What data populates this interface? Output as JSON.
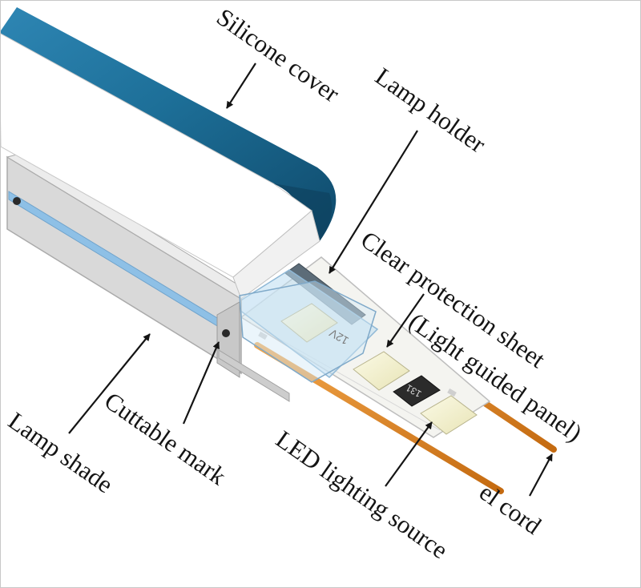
{
  "callouts": {
    "silicone_cover": "Silicone cover",
    "lamp_holder": "Lamp holder",
    "clear_sheet_line1": "Clear protection sheet",
    "clear_sheet_line2": "(Light guided panel)",
    "lamp_shade": "Lamp shade",
    "cuttable_mark": "Cuttable mark",
    "led_source": "LED lighting source",
    "el_cord": "el cord"
  },
  "board_prints": {
    "voltage": "12V",
    "resistor_code": "131"
  },
  "colors": {
    "silicone_cover": "#1f6f97",
    "lamp_shade": "#d9d9d9",
    "cord": "#d8801e",
    "led_chip": "#f2f0cf",
    "resistor": "#2b2b2b",
    "lamp_holder": "#5c6c78",
    "light_guide": "#9ec8e8",
    "text": "#141414"
  }
}
